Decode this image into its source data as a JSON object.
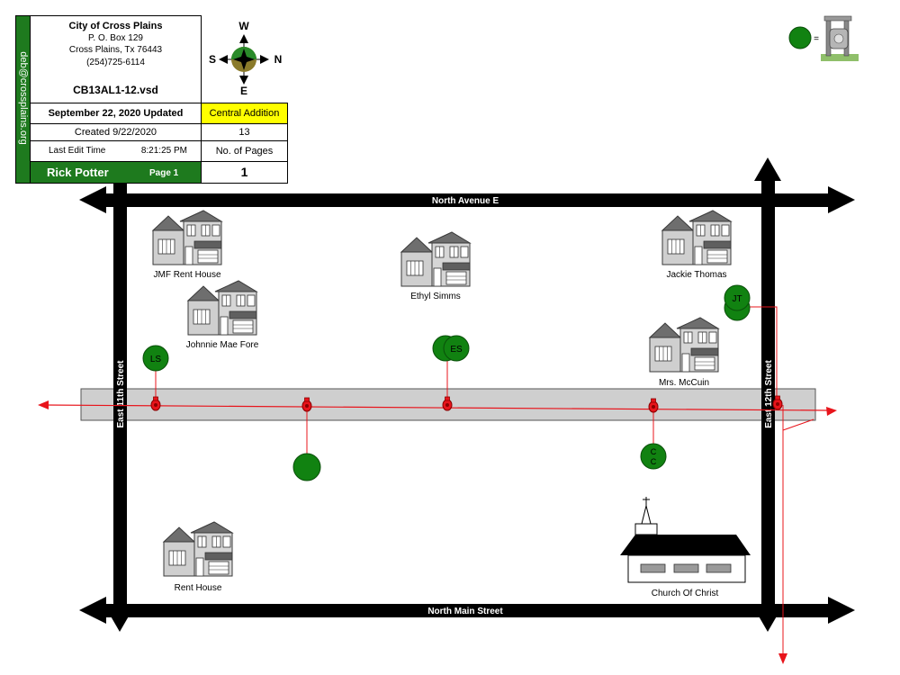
{
  "title_block": {
    "side_email": "deb@crossplains.org",
    "city": "City of Cross Plains",
    "po_box": "P. O. Box 129",
    "city_state": "Cross Plains, Tx  76443",
    "phone": "(254)725-6114",
    "file_name": "CB13AL1-12.vsd",
    "updated": "September 22, 2020 Updated",
    "section": "Central Addition",
    "created": "Created 9/22/2020",
    "created_value": "13",
    "last_edit_label": "Last Edit Time",
    "last_edit_time": "8:21:25 PM",
    "pages_label": "No. of Pages",
    "author": "Rick Potter",
    "page_label": "Page 1",
    "pages_value": "1",
    "colors": {
      "green": "#1e7a1e",
      "yellow": "#ffff00"
    }
  },
  "compass": {
    "top": "W",
    "left": "S",
    "right": "N",
    "bottom": "E"
  },
  "legend": {
    "symbol": "green-circle",
    "equals": "=",
    "meaning": "gas-meter-icon"
  },
  "streets": {
    "north": "North Avenue E",
    "south": "North Main Street",
    "west": "East 11th Street",
    "east": "East 12th Street"
  },
  "houses": {
    "jmf": "JMF Rent House",
    "johnnie": "Johnnie Mae Fore",
    "ethyl": "Ethyl Simms",
    "jackie": "Jackie Thomas",
    "mccuin": "Mrs. McCuin",
    "rent": "Rent House",
    "church": "Church Of Christ"
  },
  "meters": {
    "ls": "LS",
    "es": "ES",
    "jt": "JT",
    "cc_top": "C",
    "cc_bottom": "C"
  },
  "colors": {
    "gas_line": "#e8141b",
    "meter": "#118211",
    "road": "#000000",
    "alley": "#cfcfcf"
  }
}
